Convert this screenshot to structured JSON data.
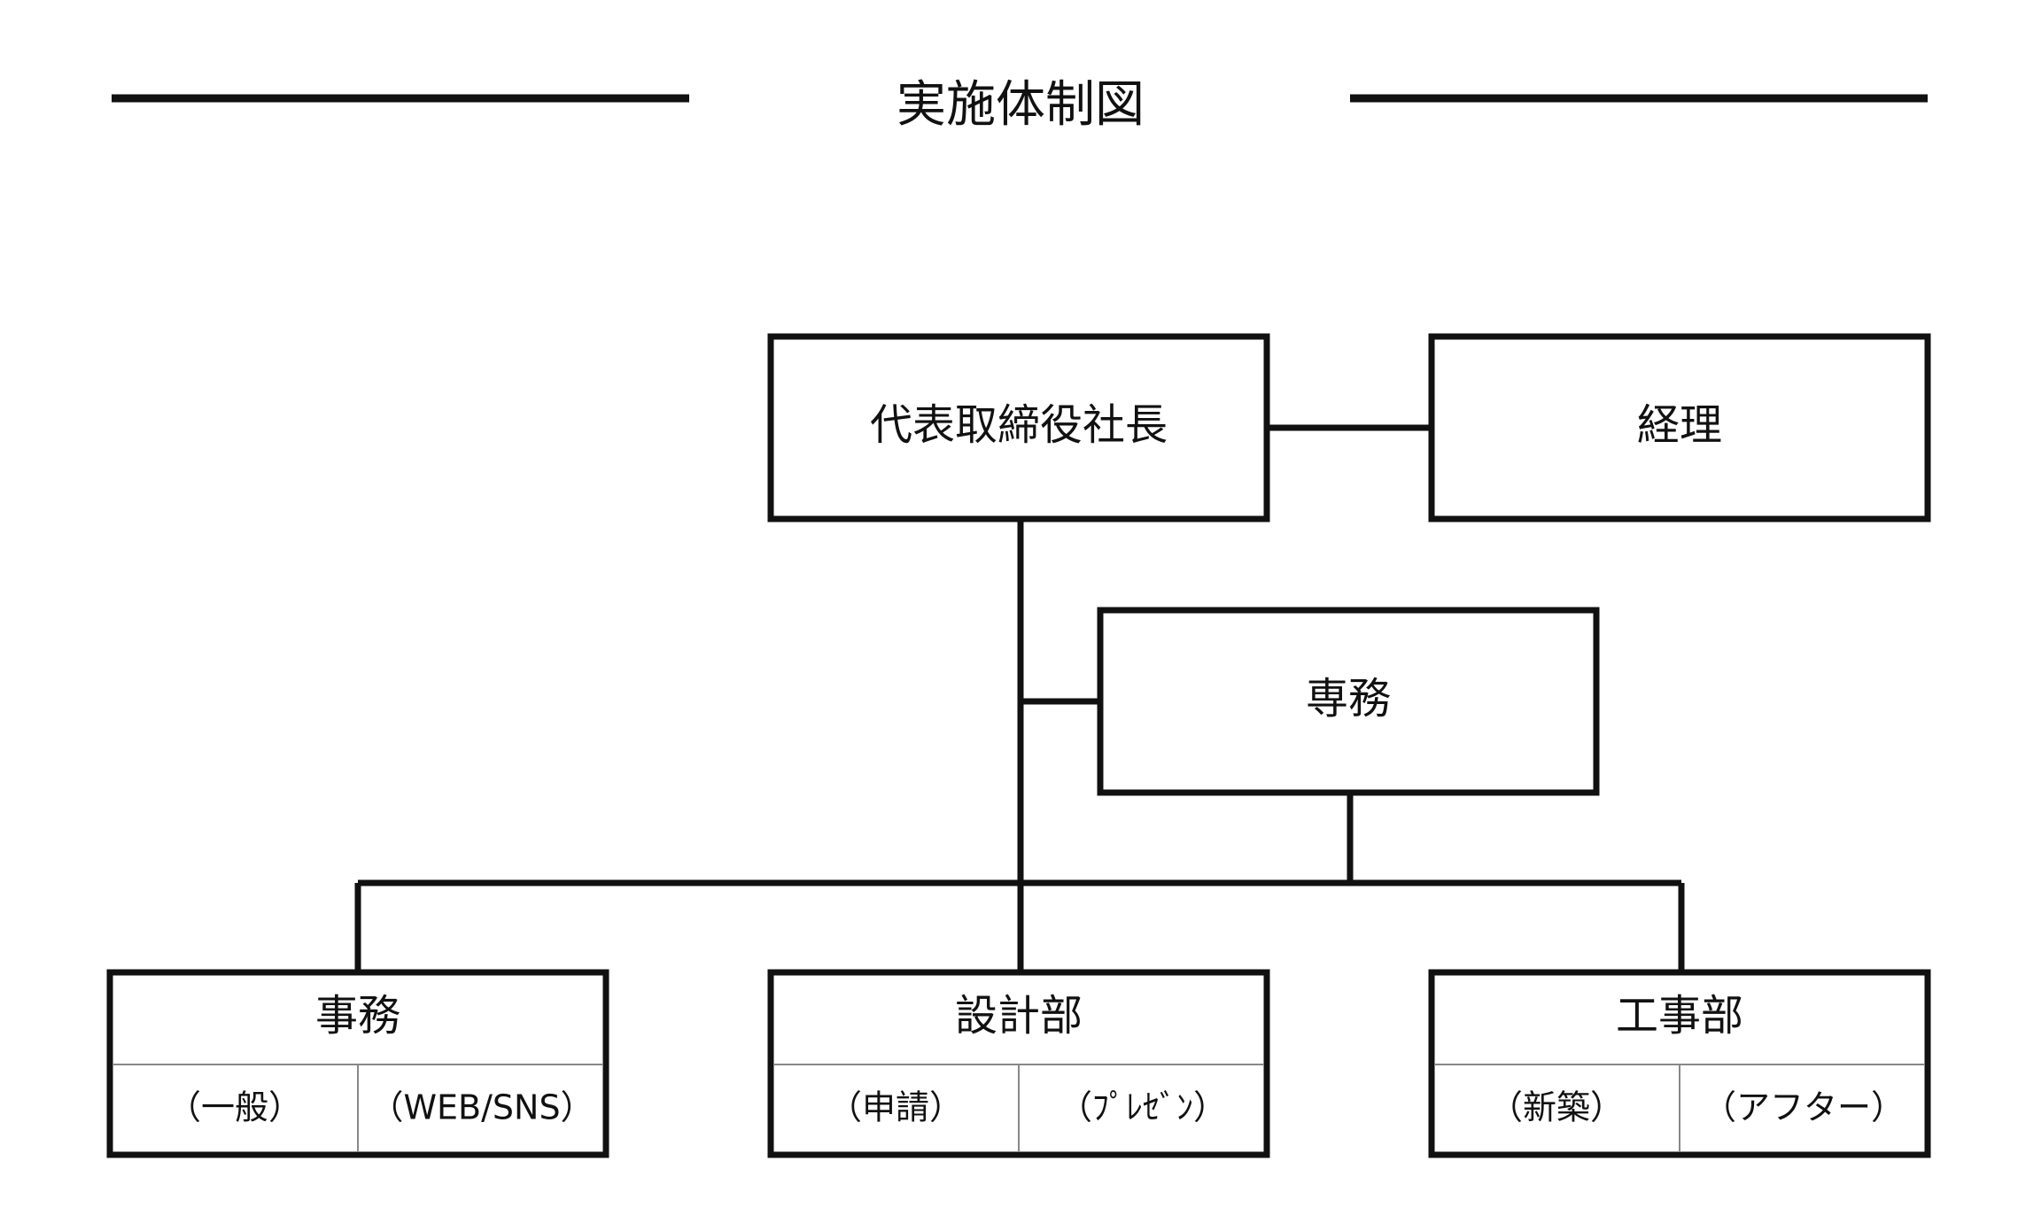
{
  "title": "実施体制図",
  "boxes": {
    "president": "代表取締役社長",
    "accounting": "経理",
    "managing": "専務",
    "office": {
      "label": "事務",
      "left": "（一般）",
      "right": "（WEB/SNS）"
    },
    "design": {
      "label": "設計部",
      "left": "（申請）",
      "right": "（ﾌﾟﾚｾﾞﾝ）"
    },
    "construction": {
      "label": "工事部",
      "left": "（新築）",
      "right": "（アフター）"
    }
  }
}
